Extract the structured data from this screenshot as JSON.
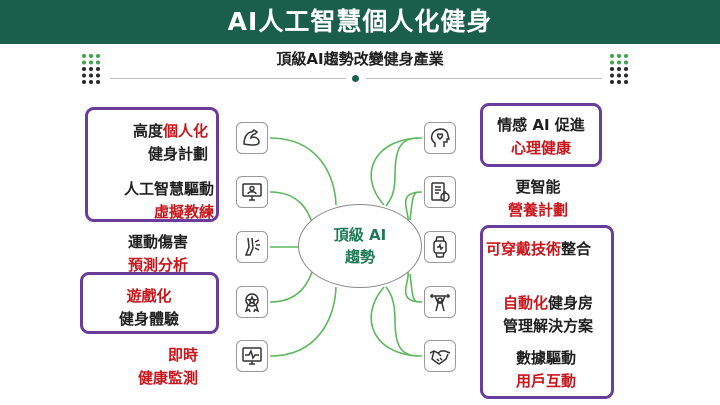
{
  "header": {
    "title": "AI人工智慧個人化健身"
  },
  "subtitle": "頂級AI趨勢改變健身產業",
  "hub": {
    "line1": "頂級 AI",
    "line2": "趨勢"
  },
  "left_items": [
    {
      "row1": [
        [
          "高度",
          false
        ],
        [
          "個人化",
          true
        ]
      ],
      "row2": [
        [
          "健身計劃",
          false
        ]
      ],
      "icon": "flexed-arm-icon"
    },
    {
      "row1": [
        [
          "人工智慧驅動",
          false
        ]
      ],
      "row2": [
        [
          "虛擬教練",
          true
        ]
      ],
      "icon": "virtual-coach-screen-icon"
    },
    {
      "row1": [
        [
          "運動傷害",
          false
        ]
      ],
      "row2": [
        [
          "預測分析",
          true
        ]
      ],
      "icon": "injured-leg-icon"
    },
    {
      "row1": [
        [
          "遊戲化",
          true
        ]
      ],
      "row2": [
        [
          "健身體驗",
          false
        ]
      ],
      "icon": "medal-badge-icon"
    },
    {
      "row1": [
        [
          "即時",
          true
        ]
      ],
      "row2": [
        [
          "健康監測",
          true
        ]
      ],
      "icon": "monitor-pulse-icon"
    }
  ],
  "right_items": [
    {
      "row1": [
        [
          "情感 AI 促進",
          false
        ]
      ],
      "row2": [
        [
          "心理健康",
          true
        ]
      ],
      "icon": "head-heart-icon"
    },
    {
      "row1": [
        [
          "更智能",
          false
        ]
      ],
      "row2": [
        [
          "營養計劃",
          true
        ]
      ],
      "icon": "nutrition-plan-icon"
    },
    {
      "row1": [
        [
          "可穿戴技術",
          true
        ],
        [
          "整合",
          false
        ]
      ],
      "row2": [],
      "icon": "smartwatch-icon"
    },
    {
      "row1": [
        [
          "自動化",
          true
        ],
        [
          "健身房",
          false
        ]
      ],
      "row2": [
        [
          "管理解決方案",
          false
        ]
      ],
      "icon": "weightlifter-icon"
    },
    {
      "row1": [
        [
          "數據驅動",
          false
        ]
      ],
      "row2": [
        [
          "用戶互動",
          true
        ]
      ],
      "icon": "handshake-icon"
    }
  ],
  "colors": {
    "banner": "#1a5e4c",
    "accent_red": "#c8161d",
    "frame_purple": "#6a3d9a",
    "link_green": "#5cb85c",
    "dot_green": "#3aa64a"
  }
}
